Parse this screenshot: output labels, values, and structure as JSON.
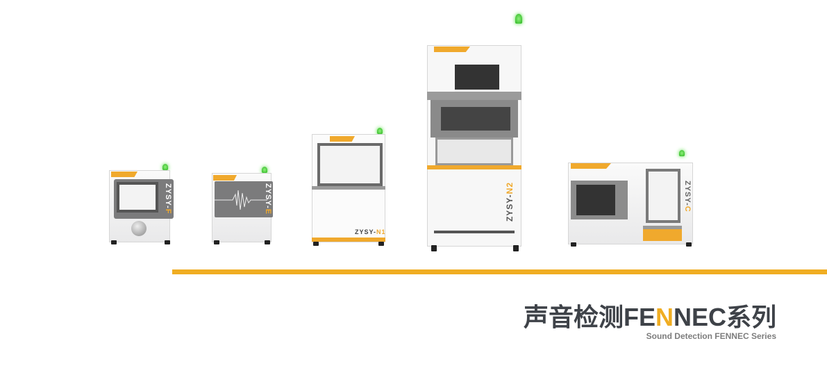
{
  "products": [
    {
      "model_prefix": "ZYSY-",
      "model_suffix": "F"
    },
    {
      "model_prefix": "ZYSY-",
      "model_suffix": "E"
    },
    {
      "model_prefix": "ZYSY-",
      "model_suffix": "N1"
    },
    {
      "model_prefix": "ZYSY-",
      "model_suffix": "N2"
    },
    {
      "model_prefix": "ZYSY-",
      "model_suffix": "C"
    }
  ],
  "heading": {
    "part1": "声音检测FE",
    "highlight": "N",
    "part2": "NEC系列"
  },
  "subheading": "Sound Detection FENNEC Series",
  "colors": {
    "accent": "#f0ad22",
    "text": "#3e4248"
  }
}
